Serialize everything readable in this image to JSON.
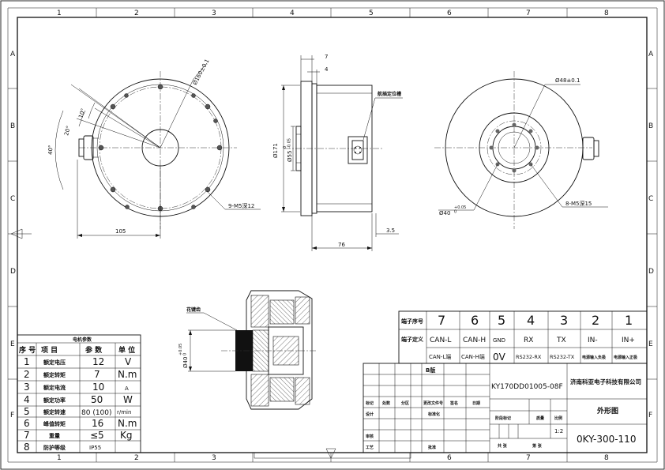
{
  "frame": {
    "columns": [
      "1",
      "2",
      "3",
      "4",
      "5",
      "6",
      "7",
      "8"
    ],
    "rows": [
      "A",
      "B",
      "C",
      "D",
      "E",
      "F"
    ]
  },
  "front_view": {
    "dia_pcd": "Ø160±0.1",
    "angle_10": "10°",
    "angle_20": "20°",
    "angle_40": "40°",
    "holes": "9-M5深12",
    "dim_105": "105"
  },
  "side_view": {
    "dim_7": "7",
    "dim_4": "4",
    "dia_171": "Ø171",
    "dia_55": "Ø55",
    "tol_55": "0\n-0.05",
    "dim_35": "3.5",
    "dim_76": "76",
    "connector_label": "航插定位槽"
  },
  "rear_view": {
    "dia_48": "Ø48±0.1",
    "dia_40": "Ø40",
    "tol_40": "+0.05\n0",
    "holes": "8-M5深15"
  },
  "section_view": {
    "label": "花键齿",
    "dia": "Ø40",
    "tol": "+0.05\n0"
  },
  "spec_table": {
    "title": "电机参数",
    "headers": [
      "序 号",
      "项   目",
      "参   数",
      "单 位"
    ],
    "rows": [
      [
        "1",
        "额定电压",
        "12",
        "V"
      ],
      [
        "2",
        "额定转矩",
        "7",
        "N.m"
      ],
      [
        "3",
        "额定电流",
        "10",
        "A"
      ],
      [
        "4",
        "额定功率",
        "50",
        "W"
      ],
      [
        "5",
        "额定转速",
        "80 (100)",
        "r/min"
      ],
      [
        "6",
        "峰值转矩",
        "16",
        "N.m"
      ],
      [
        "7",
        "重量",
        "≤5",
        "Kg"
      ],
      [
        "8",
        "防护等级",
        "IP55",
        ""
      ]
    ]
  },
  "terminal_table": {
    "row_labels": [
      "端子序号",
      "端子定义"
    ],
    "numbers": [
      "7",
      "6",
      "5",
      "4",
      "3",
      "2",
      "1"
    ],
    "defs": [
      "CAN-L",
      "CAN-H",
      "GND",
      "RX",
      "TX",
      "IN-",
      "IN+"
    ],
    "sub": [
      "CAN-L端",
      "CAN-H端",
      "0V",
      "RS232-RX",
      "RS232-TX",
      "电源输入负极",
      "电源输入正极"
    ]
  },
  "title_block": {
    "version": "B版",
    "drawing_no": "KY170DD01005-08F",
    "company": "济南科亚电子科技有限公司",
    "name": "外形图",
    "scale": "1:2",
    "code": "0KY-300-110",
    "labels": {
      "biaoji": "标记",
      "chushu": "处数",
      "fenqu": "分区",
      "gengai": "更改文件号",
      "qianming": "签名",
      "riqi": "日期",
      "sheji": "设计",
      "biaozhunhua": "标准化",
      "jieduan": "阶段标记",
      "zhongliang": "质量",
      "bili": "比例",
      "shenhe": "审核",
      "gongyi": "工艺",
      "pizhun": "批准",
      "gong": "共   张",
      "di": "第   张"
    }
  }
}
